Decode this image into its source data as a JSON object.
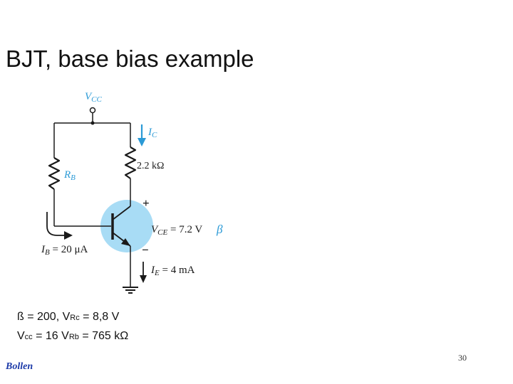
{
  "slide": {
    "title": "BJT, base bias example",
    "page_number": "30",
    "author": "Bollen"
  },
  "circuit": {
    "vcc_label": "V",
    "vcc_sub": "CC",
    "ic_label": "I",
    "ic_sub": "C",
    "rc_value": "2.2 kΩ",
    "rb_label": "R",
    "rb_sub": "B",
    "plus_sign": "+",
    "minus_sign": "−",
    "vce_label": "V",
    "vce_sub": "CE",
    "vce_value": " = 7.2 V",
    "beta_label": "β",
    "ib_label": "I",
    "ib_sub": "B",
    "ib_value": " = 20 μA",
    "ie_label": "I",
    "ie_sub": "E",
    "ie_value": " = 4 mA",
    "colors": {
      "accent_blue": "#2b9ad6",
      "transistor_highlight": "#a8dcf5",
      "wire": "#1a1a1a"
    }
  },
  "params": {
    "line1": {
      "beta_text": "ß = 200, V",
      "sub": "Rc",
      "value": " = 8,8 V"
    },
    "line2": {
      "v1": "V",
      "sub1": "cc",
      "mid": " = 16 V",
      "sub2": "Rb",
      "value": " = 765 kΩ"
    }
  }
}
